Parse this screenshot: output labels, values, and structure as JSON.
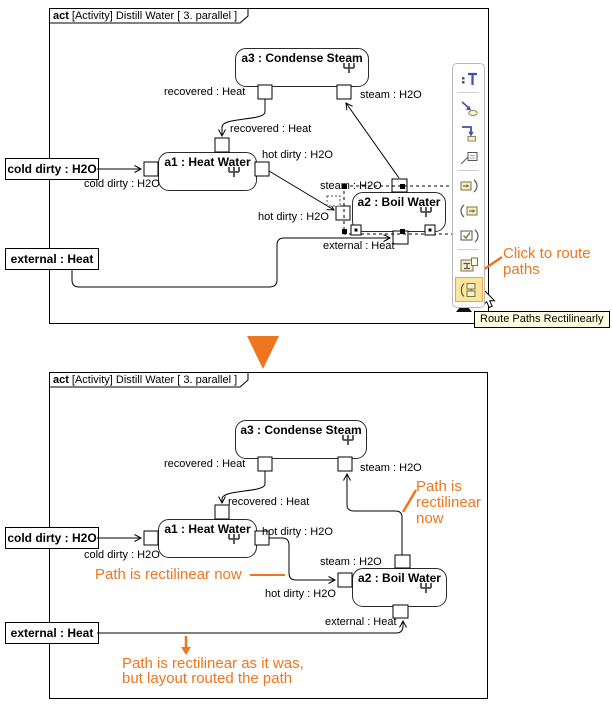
{
  "colors": {
    "annotation_orange": "#ee7621",
    "tooltip_bg": "#ffffe1",
    "active_button_bg": "#fce49c",
    "active_button_border": "#f0a43c",
    "diagram_line": "#000000"
  },
  "frame": {
    "keyword": "act",
    "title": "[Activity] Distill Water [ 3. parallel ]"
  },
  "nodes": {
    "a1": "a1 : Heat Water",
    "a2": "a2 : Boil Water",
    "a3": "a3 : Condense Steam"
  },
  "parameters": {
    "cold_dirty": "cold dirty : H2O",
    "external": "external : Heat"
  },
  "pin_labels": {
    "recovered": "recovered : Heat",
    "steam": "steam : H2O",
    "hot_dirty": "hot dirty : H2O",
    "cold_dirty": "cold dirty : H2O",
    "external": "external : Heat"
  },
  "toolbar": {
    "tooltip": "Route Paths Rectilinearly",
    "active_button": "route-paths-icon",
    "icons": [
      "edit-text-icon",
      "draw-path-icon",
      "draw-rectilinear-path-icon",
      "attach-note-icon",
      "insert-left-pin-icon",
      "insert-right-pin-icon",
      "pin-checklist-icon",
      "display-paths-icon",
      "route-paths-icon"
    ]
  },
  "annotations": {
    "click_line1": "Click to route",
    "click_line2": "paths",
    "rect_now_inline": "Path is rectilinear now",
    "rect_now_line1": "Path is",
    "rect_now_line2": "rectilinear",
    "rect_now_line3": "now",
    "as_was_line1": "Path is rectilinear as it was,",
    "as_was_line2": "but layout routed the path"
  }
}
